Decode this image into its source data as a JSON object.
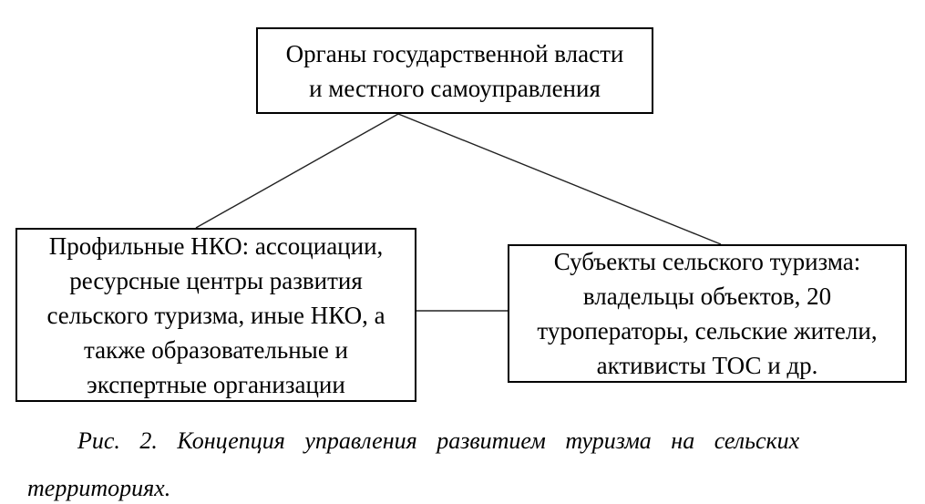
{
  "diagram": {
    "top_box": {
      "lines": [
        "Органы государственной власти",
        "и местного самоуправления"
      ]
    },
    "left_box": {
      "lines": [
        "Профильные НКО: ассоциации,",
        "ресурсные центры развития",
        "сельского туризма, иные НКО, а",
        "также образовательные и",
        "экспертные организации"
      ]
    },
    "right_box": {
      "lines": [
        "Субъекты сельского туризма:",
        "владельцы объектов, 20",
        "туроператоры, сельские жители,",
        "активисты ТОС и др."
      ]
    }
  },
  "caption": {
    "line1": "Рис. 2. Концепция управления развитием туризма на сельских",
    "line2": "территориях."
  },
  "colors": {
    "background": "#ffffff",
    "box_border": "#000000",
    "text": "#000000",
    "connector": "#222222"
  }
}
